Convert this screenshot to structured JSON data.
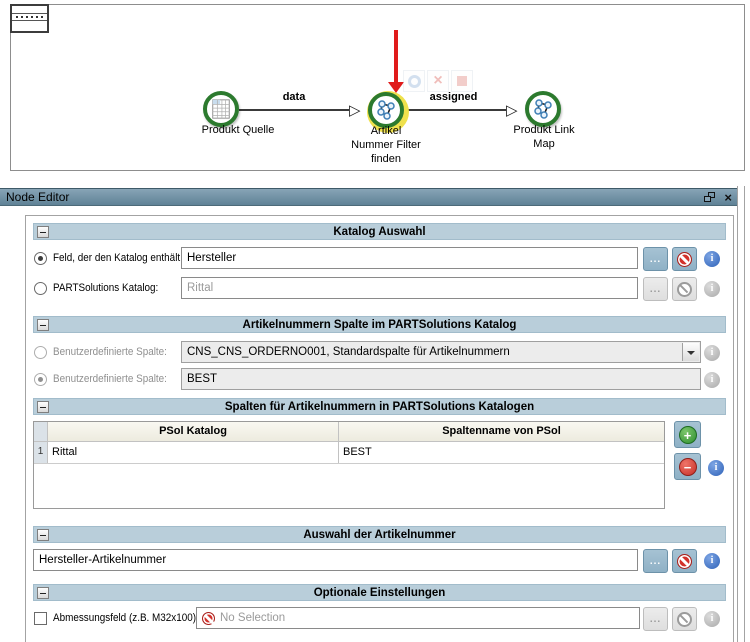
{
  "graph": {
    "edges": [
      {
        "label": "data"
      },
      {
        "label": "assigned"
      }
    ],
    "nodes": [
      {
        "lines": [
          "Produkt Quelle"
        ]
      },
      {
        "lines": [
          "Artikel",
          "Nummer Filter",
          "finden"
        ]
      },
      {
        "lines": [
          "Produkt Link",
          "Map"
        ]
      }
    ]
  },
  "editor": {
    "title": "Node Editor",
    "sections": [
      {
        "title": "Katalog Auswahl"
      },
      {
        "title": "Artikelnummern Spalte im PARTSolutions Katalog"
      },
      {
        "title": "Spalten für Artikelnummern in PARTSolutions Katalogen"
      },
      {
        "title": "Auswahl der Artikelnummer"
      },
      {
        "title": "Optionale Einstellungen"
      }
    ],
    "katalog": {
      "field_label": "Feld, der den Katalog enthält:",
      "field_value": "Hersteller",
      "psol_label": "PARTSolutions Katalog:",
      "psol_value": "Rittal",
      "browse": "..."
    },
    "artikelnummern": {
      "custom_label": "Benutzerdefinierte Spalte:",
      "combo_value": "CNS_CNS_ORDERNO001, Standardspalte für Artikelnummern",
      "custom_label2": "Benutzerdefinierte Spalte:",
      "custom_value": "BEST"
    },
    "spalten_table": {
      "headers": [
        "PSol Katalog",
        "Spaltenname von PSol"
      ],
      "rows": [
        {
          "num": "1",
          "katalog": "Rittal",
          "spalte": "BEST"
        }
      ]
    },
    "auswahl": {
      "value": "Hersteller-Artikelnummer",
      "browse": "..."
    },
    "optional": {
      "checkbox_label": "Abmessungsfeld (z.B. M32x100):",
      "no_selection": "No Selection",
      "browse": "..."
    }
  },
  "colors": {
    "section_header": "#b9ceda",
    "titlebar": "#6e90a4",
    "button_blue": "#92b4c9",
    "add_green": "#2f8f2f",
    "remove_red": "#c62f28",
    "info_blue": "#2f62b8",
    "node_ring_green": "#2c7a2e",
    "highlight_yellow": "#efe14c",
    "pointer_red": "#e01b1b"
  }
}
